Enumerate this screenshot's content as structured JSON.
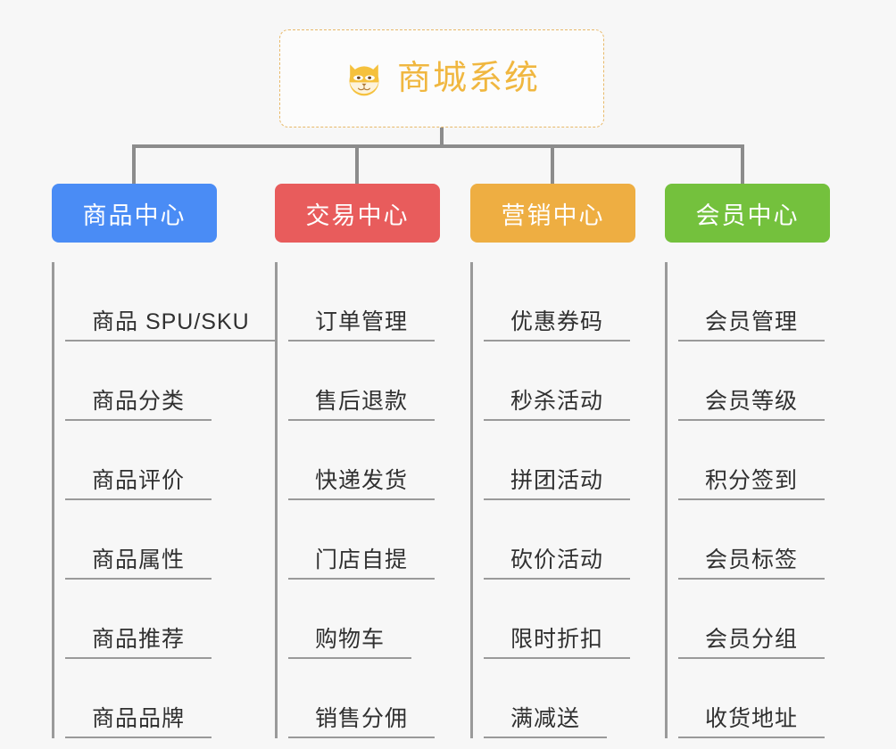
{
  "root": {
    "title": "商城系统",
    "icon": "shiba-dog-icon",
    "border_color": "#e8b96a",
    "text_color": "#f0b740"
  },
  "canvas": {
    "background": "#f7f7f7",
    "connector_color": "#8c8c8c"
  },
  "branches": [
    {
      "title": "商品中心",
      "color": "#4a8cf5",
      "items": [
        "商品 SPU/SKU",
        "商品分类",
        "商品评价",
        "商品属性",
        "商品推荐",
        "商品品牌"
      ]
    },
    {
      "title": "交易中心",
      "color": "#e85c5c",
      "items": [
        "订单管理",
        "售后退款",
        "快递发货",
        "门店自提",
        "购物车",
        "销售分佣"
      ]
    },
    {
      "title": "营销中心",
      "color": "#eeae42",
      "items": [
        "优惠券码",
        "秒杀活动",
        "拼团活动",
        "砍价活动",
        "限时折扣",
        "满减送"
      ]
    },
    {
      "title": "会员中心",
      "color": "#74c13d",
      "items": [
        "会员管理",
        "会员等级",
        "积分签到",
        "会员标签",
        "会员分组",
        "收货地址"
      ]
    }
  ]
}
